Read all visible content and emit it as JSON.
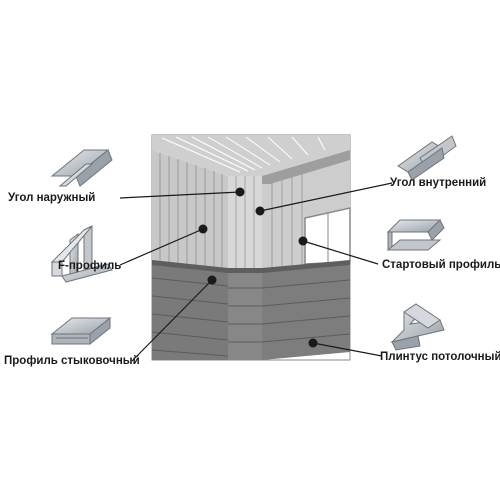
{
  "labels": {
    "outer_corner": "Угол наружный",
    "inner_corner": "Угол внутренний",
    "f_profile": "F-профиль",
    "start_profile": "Стартовый профиль",
    "joint_profile": "Профиль стыковочный",
    "ceiling_plinth": "Плинтус потолочный"
  },
  "colors": {
    "panel_light": "#c8c8c8",
    "panel_dark": "#7a7a7a",
    "profile": "#b9bec4",
    "line": "#1a1a1a"
  }
}
